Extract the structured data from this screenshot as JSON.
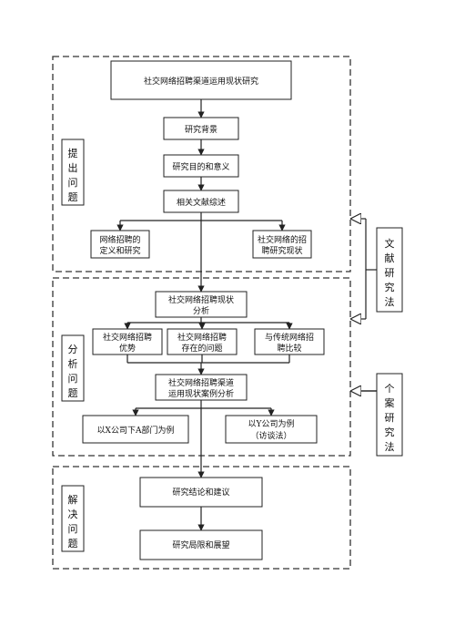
{
  "nodes": {
    "title": "社交网络招聘渠道运用现状研究",
    "background": "研究背景",
    "purpose": "研究目的和意义",
    "literature": "相关文献综述",
    "definition": [
      "网络招聘的",
      "定义和研究"
    ],
    "status_research": [
      "社交网络的招",
      "聘研究现状"
    ],
    "status_analysis": [
      "社交网络招聘现状",
      "分析"
    ],
    "advantages": [
      "社交网络招聘",
      "优势"
    ],
    "problems": [
      "社交网络招聘",
      "存在的问题"
    ],
    "comparison": [
      "与传统网络招",
      "聘比较"
    ],
    "case_analysis": [
      "社交网络招聘渠道",
      "运用现状案例分析"
    ],
    "case_x": "以X公司下A部门为例",
    "case_y": [
      "以Y公司为例",
      "（访谈法）"
    ],
    "conclusion": "研究结论和建议",
    "limitations": "研究局限和展望"
  },
  "stages": {
    "propose": [
      "提",
      "出",
      "问",
      "题"
    ],
    "analyze": [
      "分",
      "析",
      "问",
      "题"
    ],
    "solve": [
      "解",
      "决",
      "问",
      "题"
    ]
  },
  "methods": {
    "literature": [
      "文",
      "献",
      "研",
      "究",
      "法"
    ],
    "case": [
      "个",
      "案",
      "研",
      "究",
      "法"
    ]
  }
}
